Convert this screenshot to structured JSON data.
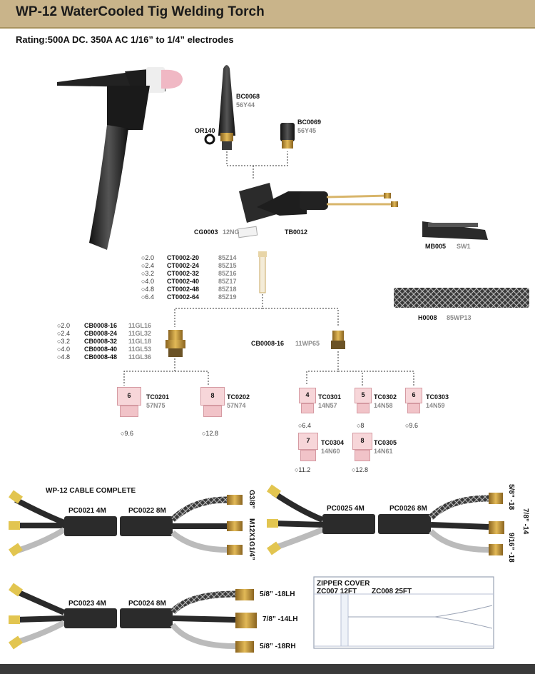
{
  "header": {
    "title": "WP-12 WaterCooled Tig Welding Torch"
  },
  "rating": "Rating:500A DC. 350A AC 1/16” to 1/4” electrodes",
  "parts": {
    "bc0068": {
      "pn": "BC0068",
      "code": "56Y44"
    },
    "or140": {
      "pn": "OR140"
    },
    "bc0069": {
      "pn": "BC0069",
      "code": "56Y45"
    },
    "cg0003": {
      "pn": "CG0003",
      "code": "12NG"
    },
    "tb0012": {
      "pn": "TB0012"
    },
    "mb005": {
      "pn": "MB005",
      "code": "SW1"
    },
    "h0008": {
      "pn": "H0008",
      "code": "85WP13"
    },
    "cb_single": {
      "pn": "CB0008-16",
      "code": "11WP65"
    }
  },
  "collets": [
    {
      "size": "○2.0",
      "pn": "CT0002-20",
      "code": "85Z14"
    },
    {
      "size": "○2.4",
      "pn": "CT0002-24",
      "code": "85Z15"
    },
    {
      "size": "○3.2",
      "pn": "CT0002-32",
      "code": "85Z16"
    },
    {
      "size": "○4.0",
      "pn": "CT0002-40",
      "code": "85Z17"
    },
    {
      "size": "○4.8",
      "pn": "CT0002-48",
      "code": "85Z18"
    },
    {
      "size": "○6.4",
      "pn": "CT0002-64",
      "code": "85Z19"
    }
  ],
  "collet_bodies": [
    {
      "size": "○2.0",
      "pn": "CB0008-16",
      "code": "11GL16"
    },
    {
      "size": "○2.4",
      "pn": "CB0008-24",
      "code": "11GL32"
    },
    {
      "size": "○3.2",
      "pn": "CB0008-32",
      "code": "11GL18"
    },
    {
      "size": "○4.0",
      "pn": "CB0008-40",
      "code": "11GL53"
    },
    {
      "size": "○4.8",
      "pn": "CB0008-48",
      "code": "11GL36"
    }
  ],
  "cups": [
    {
      "num": "6",
      "pn": "TC0201",
      "code": "57N75",
      "dia": "○9.6"
    },
    {
      "num": "8",
      "pn": "TC0202",
      "code": "57N74",
      "dia": "○12.8"
    },
    {
      "num": "4",
      "pn": "TC0301",
      "code": "14N57",
      "dia": "○6.4"
    },
    {
      "num": "5",
      "pn": "TC0302",
      "code": "14N58",
      "dia": "○8"
    },
    {
      "num": "6",
      "pn": "TC0303",
      "code": "14N59",
      "dia": "○9.6"
    },
    {
      "num": "7",
      "pn": "TC0304",
      "code": "14N60",
      "dia": "○11.2"
    },
    {
      "num": "8",
      "pn": "TC0305",
      "code": "14N61",
      "dia": "○12.8"
    }
  ],
  "cable1": {
    "title": "WP-12 CABLE COMPLETE",
    "a": "PC0021  4M",
    "b": "PC0022  8M",
    "f1": "G3/8”",
    "f2": "M12X1",
    "f3": "G1/4”"
  },
  "cable2": {
    "a": "PC0025  4M",
    "b": "PC0026  8M",
    "f1": "5/8” -18",
    "f2": "7/8” -14",
    "f3": "9/16” -18"
  },
  "cable3": {
    "a": "PC0023  4M",
    "b": "PC0024  8M",
    "f1": "5/8” -18LH",
    "f2": "7/8”  -14LH",
    "f3": "5/8” -18RH"
  },
  "zipper": {
    "title": "ZIPPER COVER",
    "a": "ZC007 12FT",
    "b": "ZC008 25FT"
  },
  "colors": {
    "header": "#c9b48a",
    "cup": "#f2c9cc",
    "cup_band": "#e9a8b0",
    "brass": "#c89b3c",
    "hose": "#2a2a2a"
  }
}
